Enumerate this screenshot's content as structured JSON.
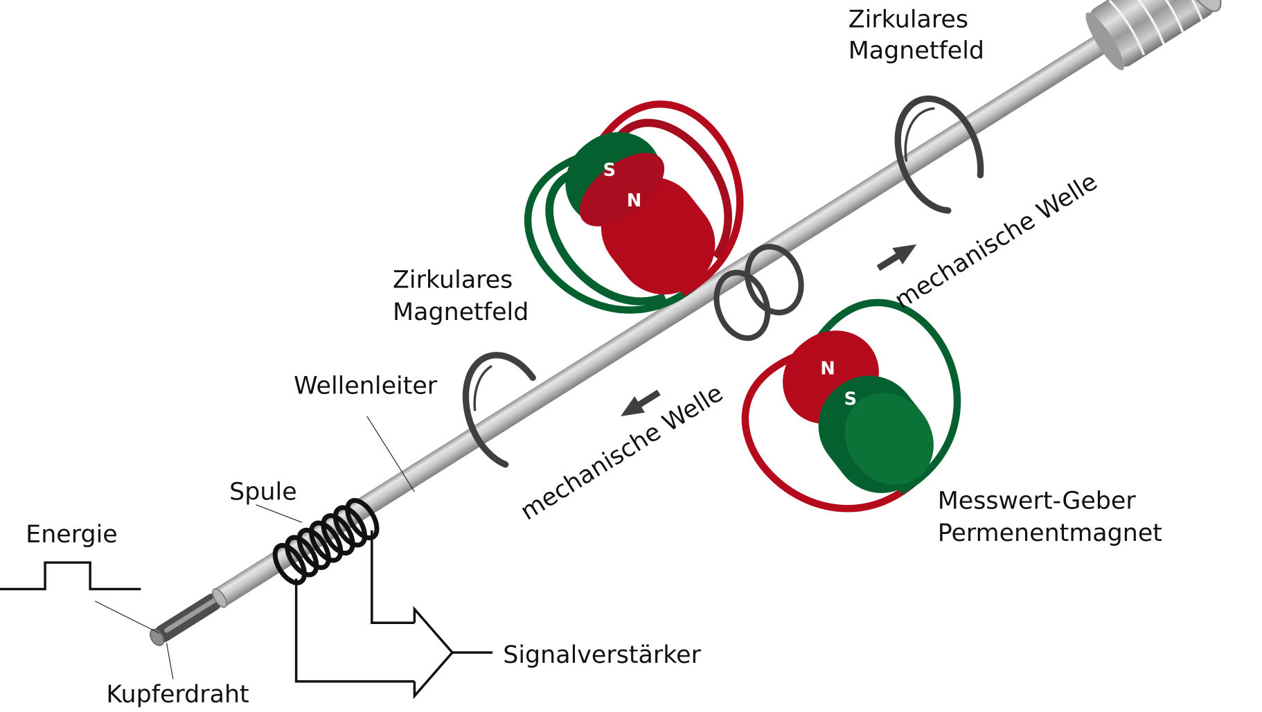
{
  "diagram": {
    "title": "Magnetostriktiver Wegaufnehmer – Funktionsprinzip",
    "labels": {
      "field_top": [
        "Zirkulares",
        "Magnetfeld"
      ],
      "field_left": [
        "Zirkulares",
        "Magnetfeld"
      ],
      "wave_right": "mechanische Welle",
      "wave_left": "mechanische Welle",
      "waveguide": "Wellenleiter",
      "coil": "Spule",
      "energy": "Energie",
      "copper_wire": "Kupferdraht",
      "amplifier": "Signalverstärker",
      "magnet": [
        "Messwert-Geber",
        "Permenentmagnet"
      ]
    },
    "magnet_upper": {
      "pole_a": "S",
      "pole_b": "N"
    },
    "magnet_lower": {
      "pole_a": "N",
      "pole_b": "S"
    },
    "colors": {
      "north_red": "#b5091c",
      "north_red_dark": "#a50d1e",
      "south_green": "#04602f",
      "south_green_light": "#0b7238",
      "rod_light": "#d7d7d7",
      "rod_dark": "#8a8a8a",
      "ring_gray": "#3f3f41",
      "ink": "#111111"
    }
  }
}
